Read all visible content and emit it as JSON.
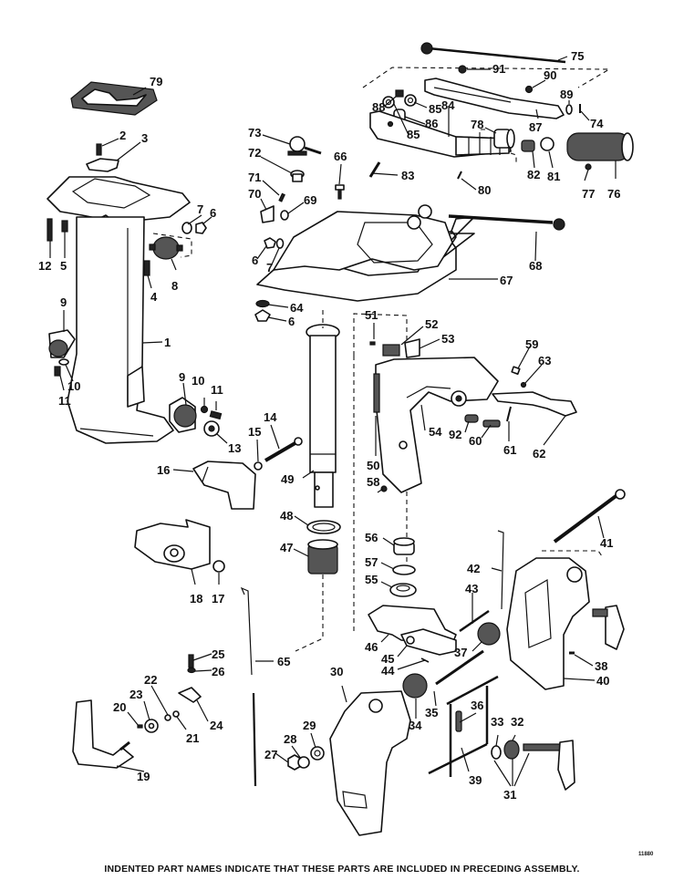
{
  "diagram": {
    "title": "Exhaust housing, steering handle and swivel/stern bracket exploded parts view",
    "drawing_number": "11880",
    "footer_note": "INDENTED PART NAMES INDICATE THAT THESE PARTS ARE INCLUDED IN PRECEDING ASSEMBLY.",
    "callouts": [
      {
        "id": "c79",
        "n": "79"
      },
      {
        "id": "c2",
        "n": "2"
      },
      {
        "id": "c3",
        "n": "3"
      },
      {
        "id": "c12",
        "n": "12"
      },
      {
        "id": "c5",
        "n": "5"
      },
      {
        "id": "c7a",
        "n": "7"
      },
      {
        "id": "c6a",
        "n": "6"
      },
      {
        "id": "c8",
        "n": "8"
      },
      {
        "id": "c4",
        "n": "4"
      },
      {
        "id": "c9a",
        "n": "9"
      },
      {
        "id": "c1",
        "n": "1"
      },
      {
        "id": "c10a",
        "n": "10"
      },
      {
        "id": "c11a",
        "n": "11"
      },
      {
        "id": "c9b",
        "n": "9"
      },
      {
        "id": "c10b",
        "n": "10"
      },
      {
        "id": "c11b",
        "n": "11"
      },
      {
        "id": "c13",
        "n": "13"
      },
      {
        "id": "c14",
        "n": "14"
      },
      {
        "id": "c15",
        "n": "15"
      },
      {
        "id": "c16",
        "n": "16"
      },
      {
        "id": "c18",
        "n": "18"
      },
      {
        "id": "c17",
        "n": "17"
      },
      {
        "id": "c25",
        "n": "25"
      },
      {
        "id": "c26",
        "n": "26"
      },
      {
        "id": "c22",
        "n": "22"
      },
      {
        "id": "c23",
        "n": "23"
      },
      {
        "id": "c20",
        "n": "20"
      },
      {
        "id": "c21",
        "n": "21"
      },
      {
        "id": "c24",
        "n": "24"
      },
      {
        "id": "c19",
        "n": "19"
      },
      {
        "id": "c65",
        "n": "65"
      },
      {
        "id": "c27",
        "n": "27"
      },
      {
        "id": "c28",
        "n": "28"
      },
      {
        "id": "c29",
        "n": "29"
      },
      {
        "id": "c30",
        "n": "30"
      },
      {
        "id": "c73",
        "n": "73"
      },
      {
        "id": "c72",
        "n": "72"
      },
      {
        "id": "c71",
        "n": "71"
      },
      {
        "id": "c70",
        "n": "70"
      },
      {
        "id": "c69",
        "n": "69"
      },
      {
        "id": "c66",
        "n": "66"
      },
      {
        "id": "c6b",
        "n": "6"
      },
      {
        "id": "c7b",
        "n": "7"
      },
      {
        "id": "c64",
        "n": "64"
      },
      {
        "id": "c6c",
        "n": "6"
      },
      {
        "id": "c67",
        "n": "67"
      },
      {
        "id": "c68",
        "n": "68"
      },
      {
        "id": "c49",
        "n": "49"
      },
      {
        "id": "c48",
        "n": "48"
      },
      {
        "id": "c47",
        "n": "47"
      },
      {
        "id": "c75",
        "n": "75"
      },
      {
        "id": "c91",
        "n": "91"
      },
      {
        "id": "c90",
        "n": "90"
      },
      {
        "id": "c88",
        "n": "88"
      },
      {
        "id": "c85a",
        "n": "85"
      },
      {
        "id": "c89",
        "n": "89"
      },
      {
        "id": "c74",
        "n": "74"
      },
      {
        "id": "c86",
        "n": "86"
      },
      {
        "id": "c87",
        "n": "87"
      },
      {
        "id": "c85b",
        "n": "85"
      },
      {
        "id": "c78",
        "n": "78"
      },
      {
        "id": "c84",
        "n": "84"
      },
      {
        "id": "c83",
        "n": "83"
      },
      {
        "id": "c82",
        "n": "82"
      },
      {
        "id": "c81",
        "n": "81"
      },
      {
        "id": "c80",
        "n": "80"
      },
      {
        "id": "c77",
        "n": "77"
      },
      {
        "id": "c76",
        "n": "76"
      },
      {
        "id": "c51",
        "n": "51"
      },
      {
        "id": "c52",
        "n": "52"
      },
      {
        "id": "c53",
        "n": "53"
      },
      {
        "id": "c59",
        "n": "59"
      },
      {
        "id": "c63",
        "n": "63"
      },
      {
        "id": "c54",
        "n": "54"
      },
      {
        "id": "c92",
        "n": "92"
      },
      {
        "id": "c60",
        "n": "60"
      },
      {
        "id": "c61",
        "n": "61"
      },
      {
        "id": "c62",
        "n": "62"
      },
      {
        "id": "c50",
        "n": "50"
      },
      {
        "id": "c58",
        "n": "58"
      },
      {
        "id": "c56",
        "n": "56"
      },
      {
        "id": "c57",
        "n": "57"
      },
      {
        "id": "c55",
        "n": "55"
      },
      {
        "id": "c41",
        "n": "41"
      },
      {
        "id": "c42",
        "n": "42"
      },
      {
        "id": "c43",
        "n": "43"
      },
      {
        "id": "c46",
        "n": "46"
      },
      {
        "id": "c45",
        "n": "45"
      },
      {
        "id": "c44",
        "n": "44"
      },
      {
        "id": "c37",
        "n": "37"
      },
      {
        "id": "c38",
        "n": "38"
      },
      {
        "id": "c40",
        "n": "40"
      },
      {
        "id": "c34",
        "n": "34"
      },
      {
        "id": "c35",
        "n": "35"
      },
      {
        "id": "c36",
        "n": "36"
      },
      {
        "id": "c33",
        "n": "33"
      },
      {
        "id": "c32",
        "n": "32"
      },
      {
        "id": "c39",
        "n": "39"
      },
      {
        "id": "c31",
        "n": "31"
      }
    ]
  }
}
